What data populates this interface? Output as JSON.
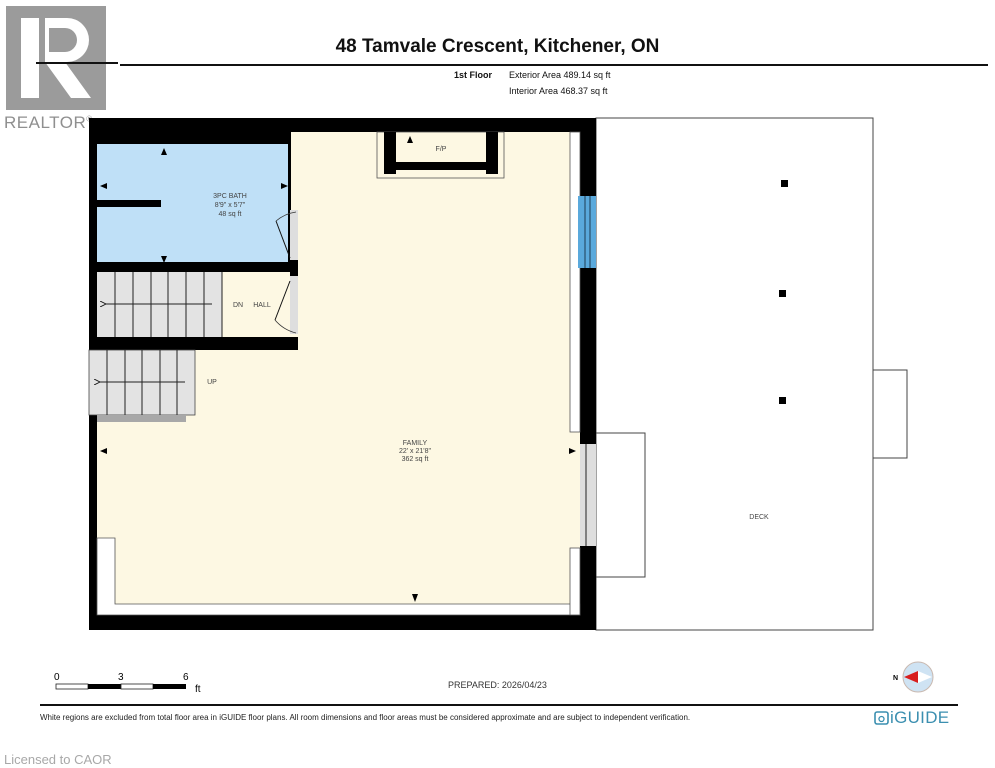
{
  "header": {
    "title": "48 Tamvale Crescent, Kitchener, ON",
    "floor_label": "1st Floor",
    "exterior_area": "Exterior Area 489.14 sq ft",
    "interior_area": "Interior Area 468.37 sq ft"
  },
  "logo": {
    "realtor_text": "REALTOR",
    "registered_mark": "®"
  },
  "rooms": [
    {
      "name": "3PC BATH",
      "dims": "8'9\" x 5'7\"",
      "area": "48 sq ft",
      "color": "#bfe0f7"
    },
    {
      "name": "HALL",
      "color": "#fdf8e3"
    },
    {
      "name": "FAMILY",
      "dims": "22' x 21'8\"",
      "area": "362 sq ft",
      "color": "#fdf8e3"
    },
    {
      "name": "F/P"
    },
    {
      "name": "DECK",
      "color": "#ffffff"
    }
  ],
  "stairs": {
    "down_label": "DN",
    "up_label": "UP"
  },
  "scale_bar": {
    "ticks": [
      "0",
      "3",
      "6"
    ],
    "unit": "ft"
  },
  "footer": {
    "prepared": "PREPARED: 2026/04/23",
    "disclaimer": "White regions are excluded from total floor area in iGUIDE floor plans. All room dimensions and floor areas must be considered approximate and are subject to independent verification.",
    "brand": "iGUIDE",
    "license": "Licensed to CAOR"
  },
  "compass": {
    "label": "N"
  },
  "colors": {
    "wall": "#000000",
    "bath_fill": "#bfe0f7",
    "floor_fill": "#fdf8e3",
    "stair_fill": "#e3e3e3",
    "window_blue": "#5aa9dc",
    "brand_blue": "#3b8fb0",
    "compass_red": "#d81e1e"
  }
}
